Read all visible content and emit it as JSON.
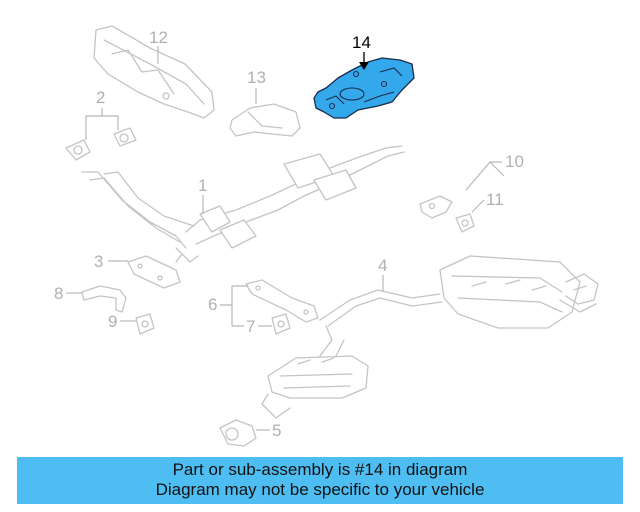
{
  "diagram": {
    "highlight_color": "#33a9ec",
    "banner_color": "#4ebdf1",
    "callouts": {
      "c1": "1",
      "c2": "2",
      "c3": "3",
      "c4": "4",
      "c5": "5",
      "c6": "6",
      "c7": "7",
      "c8": "8",
      "c9": "9",
      "c10": "10",
      "c11": "11",
      "c12": "12",
      "c13": "13",
      "c14": "14"
    }
  },
  "caption": {
    "line1": "Part or sub-assembly is #14 in diagram",
    "line2": "Diagram may not be specific to your vehicle"
  }
}
